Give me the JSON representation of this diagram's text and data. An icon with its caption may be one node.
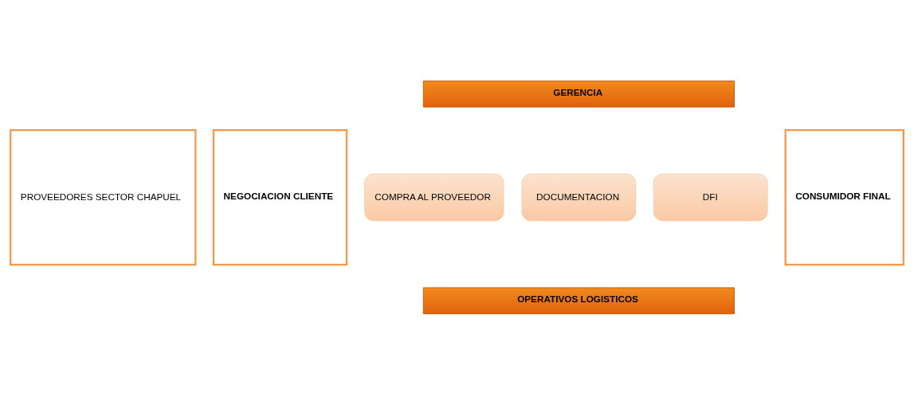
{
  "diagram": {
    "nodes": [
      {
        "text": [
          "GERENCIA"
        ]
      },
      {
        "text": [
          "PROVEEDORES SECTOR CHAPUEL"
        ]
      },
      {
        "text": [
          "NEGOCIACION CLIENTE"
        ]
      },
      {
        "text": [
          "COMPRA AL PROVEEDOR"
        ]
      },
      {
        "text": [
          "DOCUMENTACION"
        ]
      },
      {
        "text": [
          "DFI"
        ]
      },
      {
        "text": [
          "OPERATIVOS LOGISTICOS"
        ]
      },
      {
        "text": [
          "CONSUMIDOR FINAL"
        ]
      }
    ],
    "edges": []
  }
}
